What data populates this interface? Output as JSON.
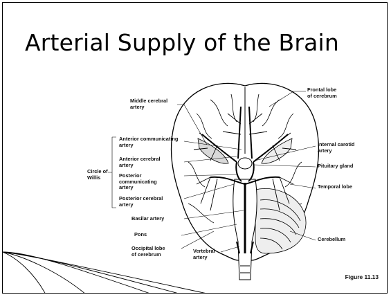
{
  "slide": {
    "title": "Arterial Supply of the Brain",
    "figure_caption": "Figure 11.13"
  },
  "labels": {
    "middle_cerebral": "Middle cerebral\nartery",
    "anterior_communicating": "Anterior communicating\nartery",
    "anterior_cerebral": "Anterior cerebral\nartery",
    "circle_of_willis": "Circle of\nWillis",
    "posterior_communicating": "Posterior\ncommunicating\nartery",
    "posterior_cerebral": "Posterior cerebral\nartery",
    "basilar": "Basilar artery",
    "pons": "Pons",
    "occipital_lobe": "Occipital lobe\nof cerebrum",
    "vertebral": "Vertebral\nartery",
    "frontal_lobe": "Frontal lobe\nof cerebrum",
    "internal_carotid": "Internal carotid\nartery",
    "pituitary": "Pituitary gland",
    "temporal_lobe": "Temporal lobe",
    "cerebellum": "Cerebellum"
  },
  "colors": {
    "ink": "#000000",
    "background": "#ffffff",
    "shade": "#d9d9d9"
  }
}
